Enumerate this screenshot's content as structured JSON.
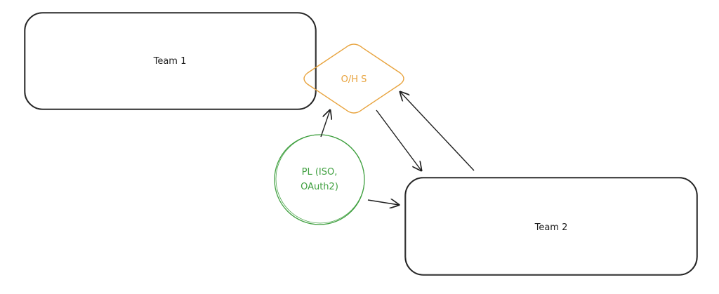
{
  "nodes": {
    "team1": {
      "label": "Team 1"
    },
    "team2": {
      "label": "Team 2"
    },
    "ohs": {
      "label": "O/H S"
    },
    "pl": {
      "line1": "PL (ISO,",
      "line2": "OAuth2)"
    }
  },
  "colors": {
    "stroke": "#1e1e1e",
    "ohs": "#e8a33d",
    "pl": "#40a040"
  }
}
